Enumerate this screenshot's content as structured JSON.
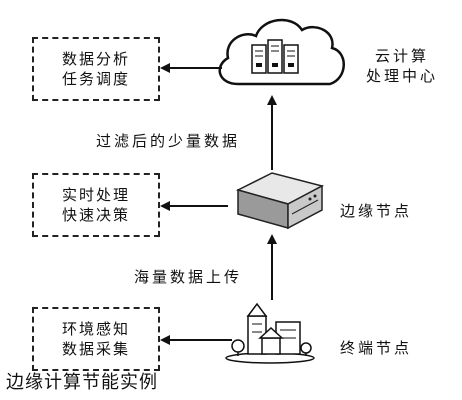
{
  "cloud": {
    "task_box": [
      "数据分析",
      "任务调度"
    ],
    "label": [
      "云计算",
      "处理中心"
    ]
  },
  "edge": {
    "task_box": [
      "实时处理",
      "快速决策"
    ],
    "label": "边缘节点"
  },
  "terminal": {
    "task_box": [
      "环境感知",
      "数据采集"
    ],
    "label": "终端节点"
  },
  "flows": {
    "edge_to_cloud": "过滤后的少量数据",
    "terminal_to_edge": "海量数据上传"
  },
  "caption": "边缘计算节能实例"
}
